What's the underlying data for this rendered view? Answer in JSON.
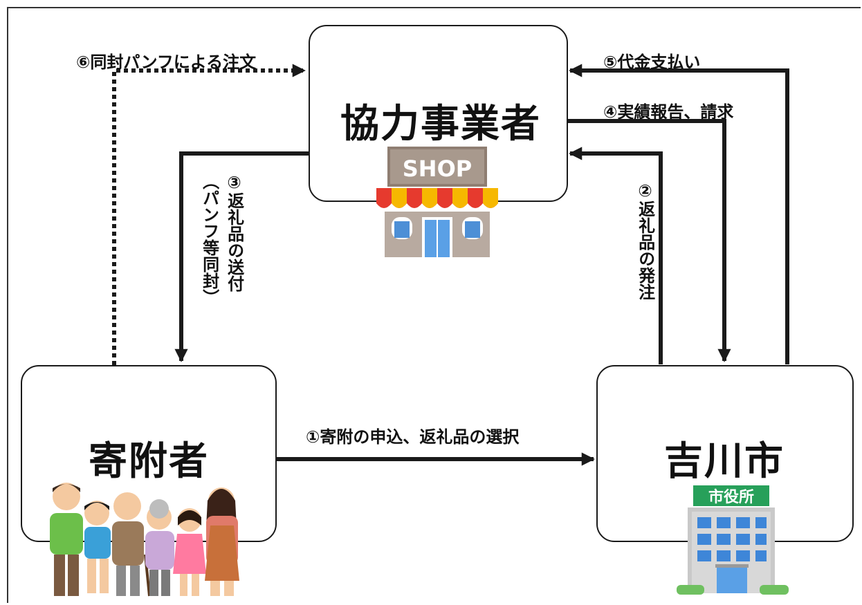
{
  "nodes": {
    "partner": {
      "title": "協力事業者",
      "shop_sign": "SHOP"
    },
    "donor": {
      "title": "寄附者"
    },
    "city": {
      "title": "吉川市",
      "building_sign": "市役所"
    }
  },
  "flows": [
    {
      "id": "1",
      "label": "①寄附の申込、返礼品の選択"
    },
    {
      "id": "2",
      "label": "②返礼品の発注"
    },
    {
      "id": "3",
      "label": "③返礼品の送付",
      "sub": "（パンフ等同封）"
    },
    {
      "id": "4",
      "label": "④実績報告、請求"
    },
    {
      "id": "5",
      "label": "⑤代金支払い"
    },
    {
      "id": "6",
      "label": "⑥同封パンフによる注文"
    }
  ],
  "colors": {
    "arrow": "#1a1a1a",
    "box_border": "#1a1a1a"
  }
}
